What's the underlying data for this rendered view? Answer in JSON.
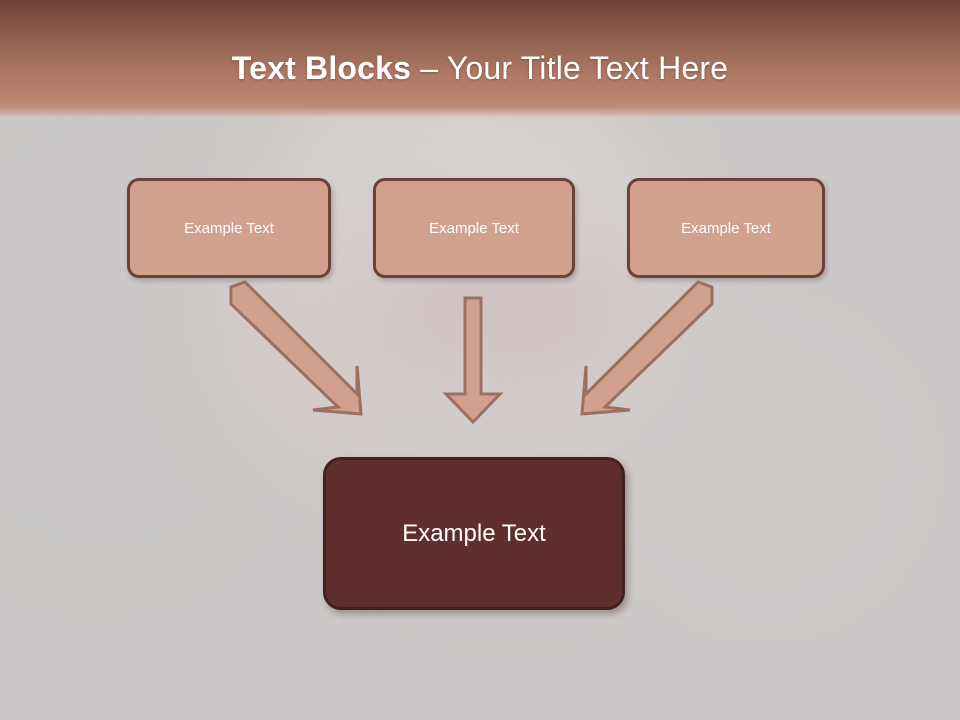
{
  "slide": {
    "title_bold": "Text Blocks",
    "title_separator": " – ",
    "title_light": "Your Title Text Here",
    "title_full": "Text Blocks – Your Title Text Here"
  },
  "blocks": {
    "top": [
      {
        "id": "block-1",
        "label": "Example Text"
      },
      {
        "id": "block-2",
        "label": "Example Text"
      },
      {
        "id": "block-3",
        "label": "Example Text"
      }
    ],
    "result": {
      "id": "result-block",
      "label": "Example Text"
    }
  },
  "arrows": [
    {
      "id": "arrow-left",
      "direction": "down-right",
      "from": "block-1",
      "to": "result-block"
    },
    {
      "id": "arrow-mid",
      "direction": "down",
      "from": "block-2",
      "to": "result-block"
    },
    {
      "id": "arrow-right",
      "direction": "down-left",
      "from": "block-3",
      "to": "result-block"
    }
  ],
  "colors": {
    "header_top": "#6e4338",
    "header_bottom": "#bd8a78",
    "canvas_background": "#cbc8c7",
    "block_fill": "#d2a08e",
    "block_border": "#6b4236",
    "block_text": "#ffffff",
    "result_fill": "#5e2f2d",
    "result_border": "#41211f",
    "arrow_fill": "#d2a08e",
    "arrow_border": "#9b7062",
    "title_text": "#ffffff"
  }
}
